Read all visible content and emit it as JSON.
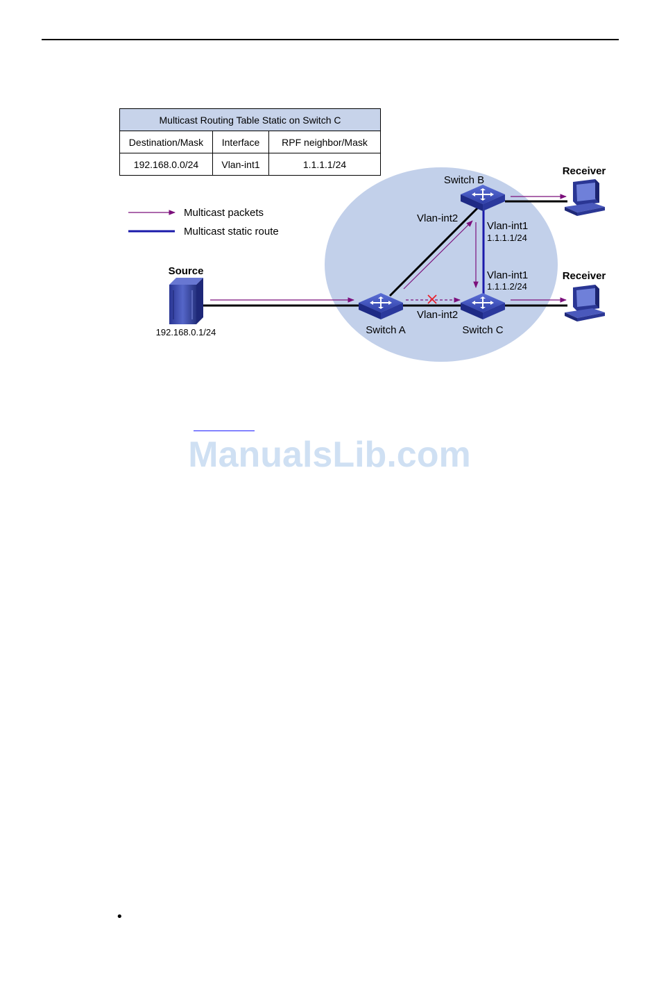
{
  "table": {
    "title": "Multicast Routing Table Static on Switch C",
    "headers": [
      "Destination/Mask",
      "Interface",
      "RPF neighbor/Mask"
    ],
    "row": [
      "192.168.0.0/24",
      "Vlan-int1",
      "1.1.1.1/24"
    ]
  },
  "legend": {
    "packets": "Multicast packets",
    "static_route": "Multicast static route"
  },
  "nodes": {
    "source_title": "Source",
    "source_ip": "192.168.0.1/24",
    "switch_a": "Switch  A",
    "switch_b": "Switch B",
    "switch_c": "Switch C",
    "receiver_top": "Receiver",
    "receiver_bottom": "Receiver"
  },
  "interfaces": {
    "b_vlan2": "Vlan-int2",
    "b_vlan1": "Vlan-int1",
    "b_ip": "1.1.1.1/24",
    "c_vlan1": "Vlan-int1",
    "c_ip": "1.1.1.2/24",
    "c_vlan2": "Vlan-int2"
  },
  "watermark": "ManualsLib.com",
  "bullet": "•",
  "colors": {
    "packet_arrow": "#7b0f7b",
    "static_route": "#1a1aaa",
    "cloud": "#c2d0ea",
    "table_header": "#c7d3ea",
    "blocked_mark": "#e8202a"
  }
}
